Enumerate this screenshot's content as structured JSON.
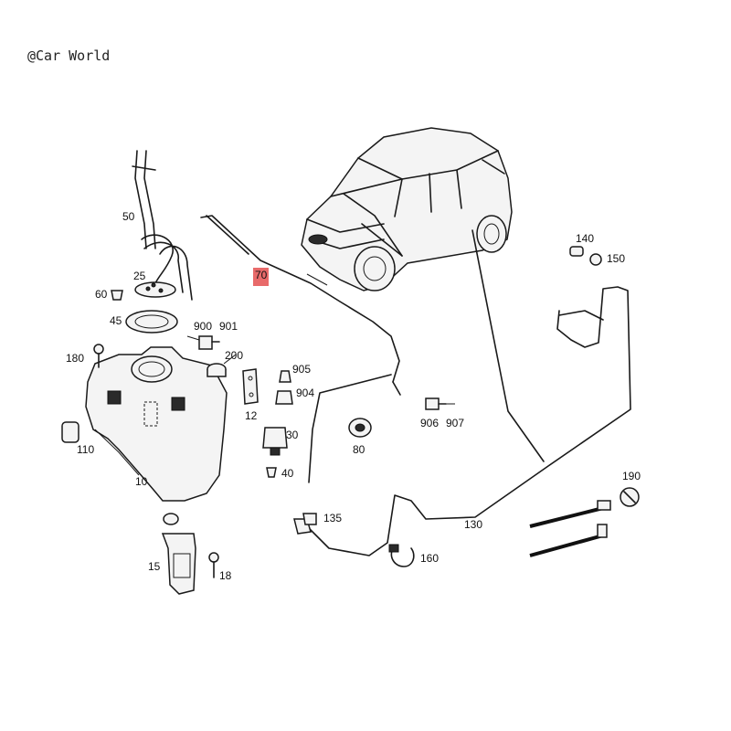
{
  "watermark": "@Car World",
  "callouts": {
    "p10": "10",
    "p12": "12",
    "p15": "15",
    "p18": "18",
    "p25": "25",
    "p30": "30",
    "p40": "40",
    "p45": "45",
    "p50": "50",
    "p60": "60",
    "p70": "70",
    "p80": "80",
    "p110": "110",
    "p130": "130",
    "p135": "135",
    "p140": "140",
    "p150": "150",
    "p160": "160",
    "p180": "180",
    "p190": "190",
    "p200": "200",
    "p900": "900",
    "p901": "901",
    "p904": "904",
    "p905": "905",
    "p906": "906",
    "p907": "907"
  },
  "highlight_color": "#e86a6a"
}
